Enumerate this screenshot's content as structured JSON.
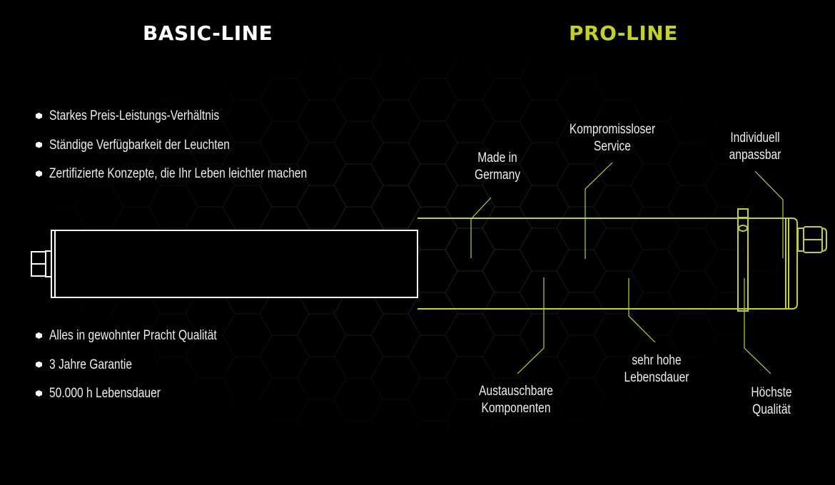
{
  "basic": {
    "title": "BASIC-LINE",
    "bullets_top": [
      "Starkes Preis-Leistungs-Verhältnis",
      "Ständige Verfügbarkeit der Leuchten",
      "Zertifizierte Konzepte, die Ihr Leben leichter machen"
    ],
    "bullets_bottom": [
      "Alles in gewohnter Pracht Qualität",
      "3 Jahre Garantie",
      "50.000 h Lebensdauer"
    ]
  },
  "pro": {
    "title": "PRO-LINE",
    "callouts": {
      "made_in_germany": [
        "Made in",
        "Germany"
      ],
      "service": [
        "Kompromissloser",
        "Service"
      ],
      "individual": [
        "Individuell",
        "anpassbar"
      ],
      "components": [
        "Austauschbare",
        "Komponenten"
      ],
      "lifetime": [
        "sehr hohe",
        "Lebensdauer"
      ],
      "quality": [
        "Höchste",
        "Qualität"
      ]
    }
  },
  "colors": {
    "accent": "#c4d21c",
    "background": "#000000",
    "text": "#eeeeee"
  }
}
